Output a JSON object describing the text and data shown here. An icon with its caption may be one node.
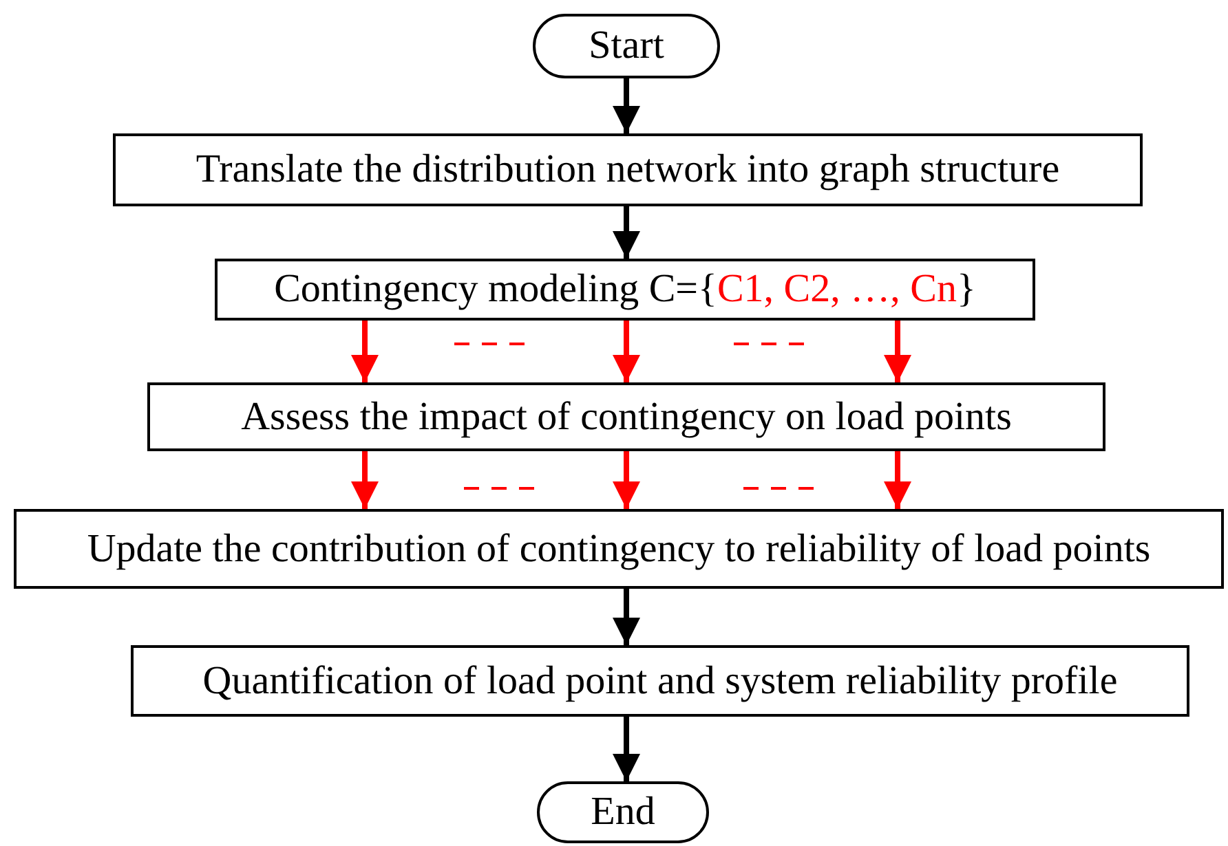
{
  "diagram": {
    "nodes": [
      {
        "text": [
          "Start"
        ]
      },
      {
        "text": [
          "Translate the distribution network into graph structure"
        ]
      },
      {
        "text": [
          "Contingency modeling C={",
          "C1, C2, …, Cn",
          "}"
        ]
      },
      {
        "text": [
          "Assess the impact of contingency on load points"
        ]
      },
      {
        "text": [
          "Update the contribution of contingency to reliability of load points"
        ]
      },
      {
        "text": [
          "Quantification of load point and system reliability profile"
        ]
      },
      {
        "text": [
          "End"
        ]
      }
    ],
    "edges": [
      {
        "from": 0,
        "to": 1,
        "arrow": "to",
        "color": "#000000"
      },
      {
        "from": 1,
        "to": 2,
        "arrow": "to",
        "color": "#000000"
      },
      {
        "from": 2,
        "to": 3,
        "arrow": "to"
      },
      {
        "from": 2,
        "to": 3,
        "arrow": "to"
      },
      {
        "from": 2,
        "to": 3,
        "arrow": "to"
      },
      {
        "from": 3,
        "to": 4,
        "arrow": "to"
      },
      {
        "from": 3,
        "to": 4,
        "arrow": "to"
      },
      {
        "from": 3,
        "to": 4,
        "arrow": "to"
      },
      {
        "from": 4,
        "to": 5,
        "arrow": "to",
        "color": "#000000"
      },
      {
        "from": 5,
        "to": 6,
        "arrow": "to",
        "color": "#000000"
      }
    ]
  }
}
